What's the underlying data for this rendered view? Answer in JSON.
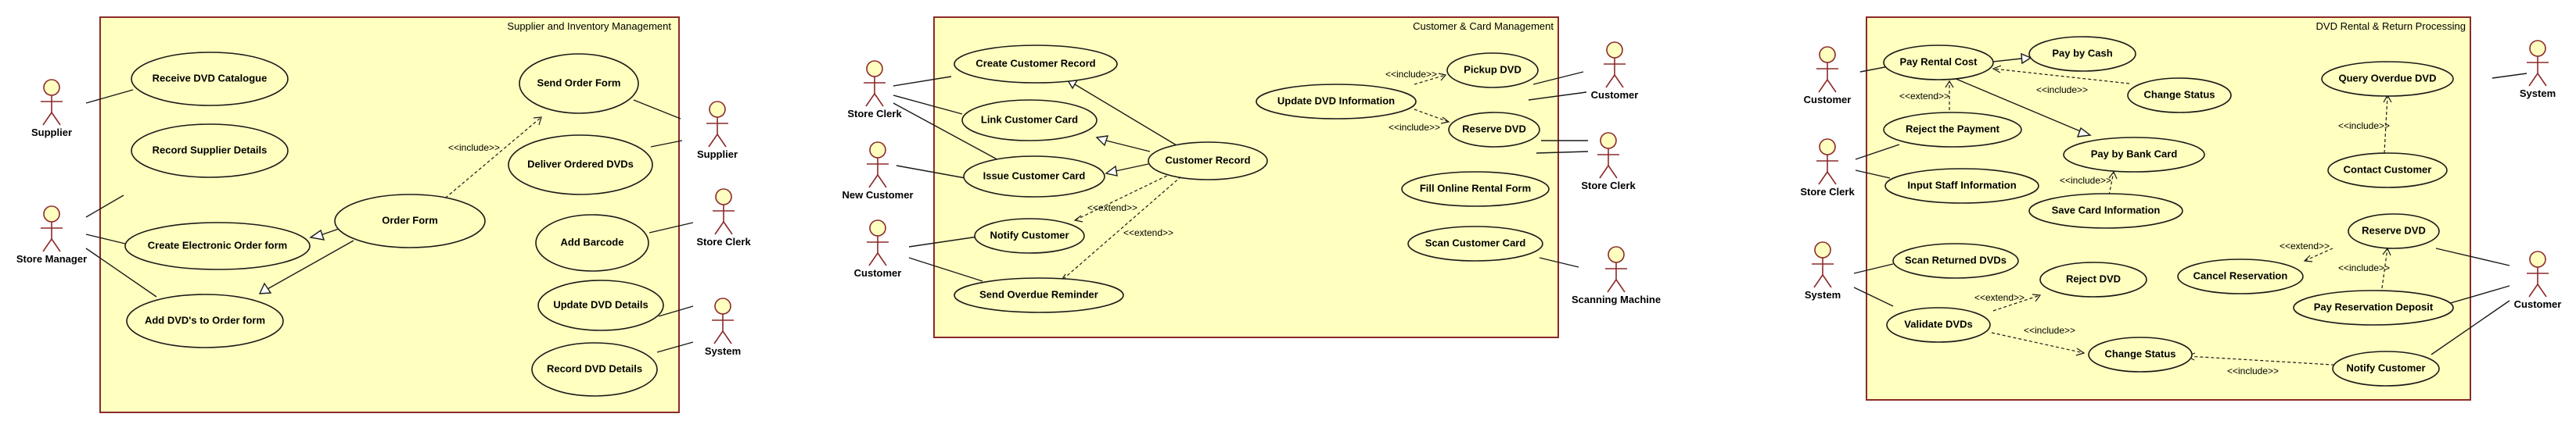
{
  "diagrams": [
    {
      "title": "Supplier and Inventory Management",
      "actors": [
        "Supplier",
        "Store Manager",
        "Supplier",
        "Store Clerk",
        "System"
      ],
      "use_cases": [
        "Receive DVD Catalogue",
        "Record Supplier Details",
        "Create Electronic Order form",
        "Add DVD's to Order form",
        "Order Form",
        "Send Order Form",
        "Deliver Ordered DVDs",
        "Add Barcode",
        "Update DVD Details",
        "Record DVD Details"
      ],
      "relations": [
        "<<include>>"
      ]
    },
    {
      "title": "Customer & Card Management",
      "actors": [
        "Store Clerk",
        "New Customer",
        "Customer",
        "Customer",
        "Store Clerk",
        "Scanning Machine"
      ],
      "use_cases": [
        "Create Customer Record",
        "Link Customer Card",
        "Issue Customer Card",
        "Customer Record",
        "Notify Customer",
        "Send Overdue Reminder",
        "Update DVD Information",
        "Pickup DVD",
        "Reserve DVD",
        "Fill Online Rental Form",
        "Scan Customer Card"
      ],
      "relations": [
        "<<extend>>",
        "<<extend>>",
        "<<include>>",
        "<<include>>"
      ]
    },
    {
      "title": "DVD Rental & Return Processing",
      "actors": [
        "Customer",
        "Store Clerk",
        "System",
        "System",
        "Customer"
      ],
      "use_cases": [
        "Pay Rental Cost",
        "Pay by Cash",
        "Change Status",
        "Reject the Payment",
        "Pay by Bank Card",
        "Input Staff Information",
        "Save Card Information",
        "Query Overdue DVD",
        "Contact Customer",
        "Scan Returned DVDs",
        "Reject DVD",
        "Validate DVDs",
        "Change Status",
        "Reserve DVD",
        "Cancel Reservation",
        "Pay Reservation Deposit",
        "Notify Customer"
      ],
      "relations": [
        "<<extend>>",
        "<<include>>",
        "<<include>>",
        "<<include>>",
        "<<extend>>",
        "<<include>>",
        "<<extend>>",
        "<<include>>",
        "<<include>>"
      ]
    }
  ]
}
